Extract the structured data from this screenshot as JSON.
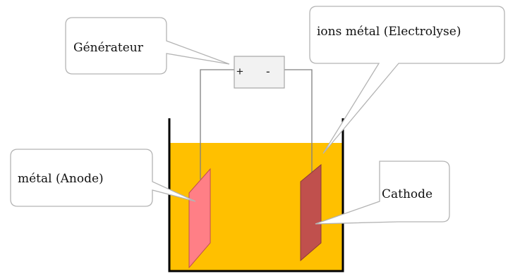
{
  "labels": {
    "generator": "Générateur",
    "ions": "ions métal (Electrolyse)",
    "anode": "métal (Anode)",
    "cathode": "Cathode"
  },
  "generator_terminals": {
    "positive": "+",
    "negative": "-"
  },
  "colors": {
    "electrolyte": "#FFC000",
    "anode": "#FF7F86",
    "cathode": "#C0504D",
    "callout_border": "#B4B4B4",
    "generator_fill": "#F2F2F2",
    "wire": "#808080",
    "container": "#000000"
  }
}
